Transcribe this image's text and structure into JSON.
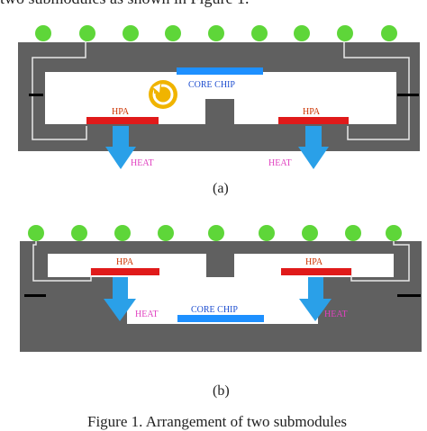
{
  "header": {
    "text": "two submodules as shown in Figure 1."
  },
  "diagram_a": {
    "core_chip_label": "CORE CHIP",
    "hpa_left_label": "HPA",
    "hpa_right_label": "HPA",
    "heat_left_label": "HEAT",
    "heat_right_label": "HEAT",
    "caption": "(a)"
  },
  "diagram_b": {
    "core_chip_label": "CORE CHIP",
    "hpa_left_label": "HPA",
    "hpa_right_label": "HPA",
    "heat_left_label": "HEAT",
    "heat_right_label": "HEAT",
    "caption": "(b)"
  },
  "footer": {
    "caption": "Figure 1. Arrangement of two submodules"
  },
  "colors": {
    "housing": "#606060",
    "ball": "#5ed639",
    "chip": "#1e90ff",
    "hpa": "#e01a1a",
    "arrow": "#2aa0e8",
    "hpa_text": "#cc3300",
    "chip_text": "#1f4fd0",
    "heat_text": "#e040c0",
    "rotation": "#f0b400"
  }
}
